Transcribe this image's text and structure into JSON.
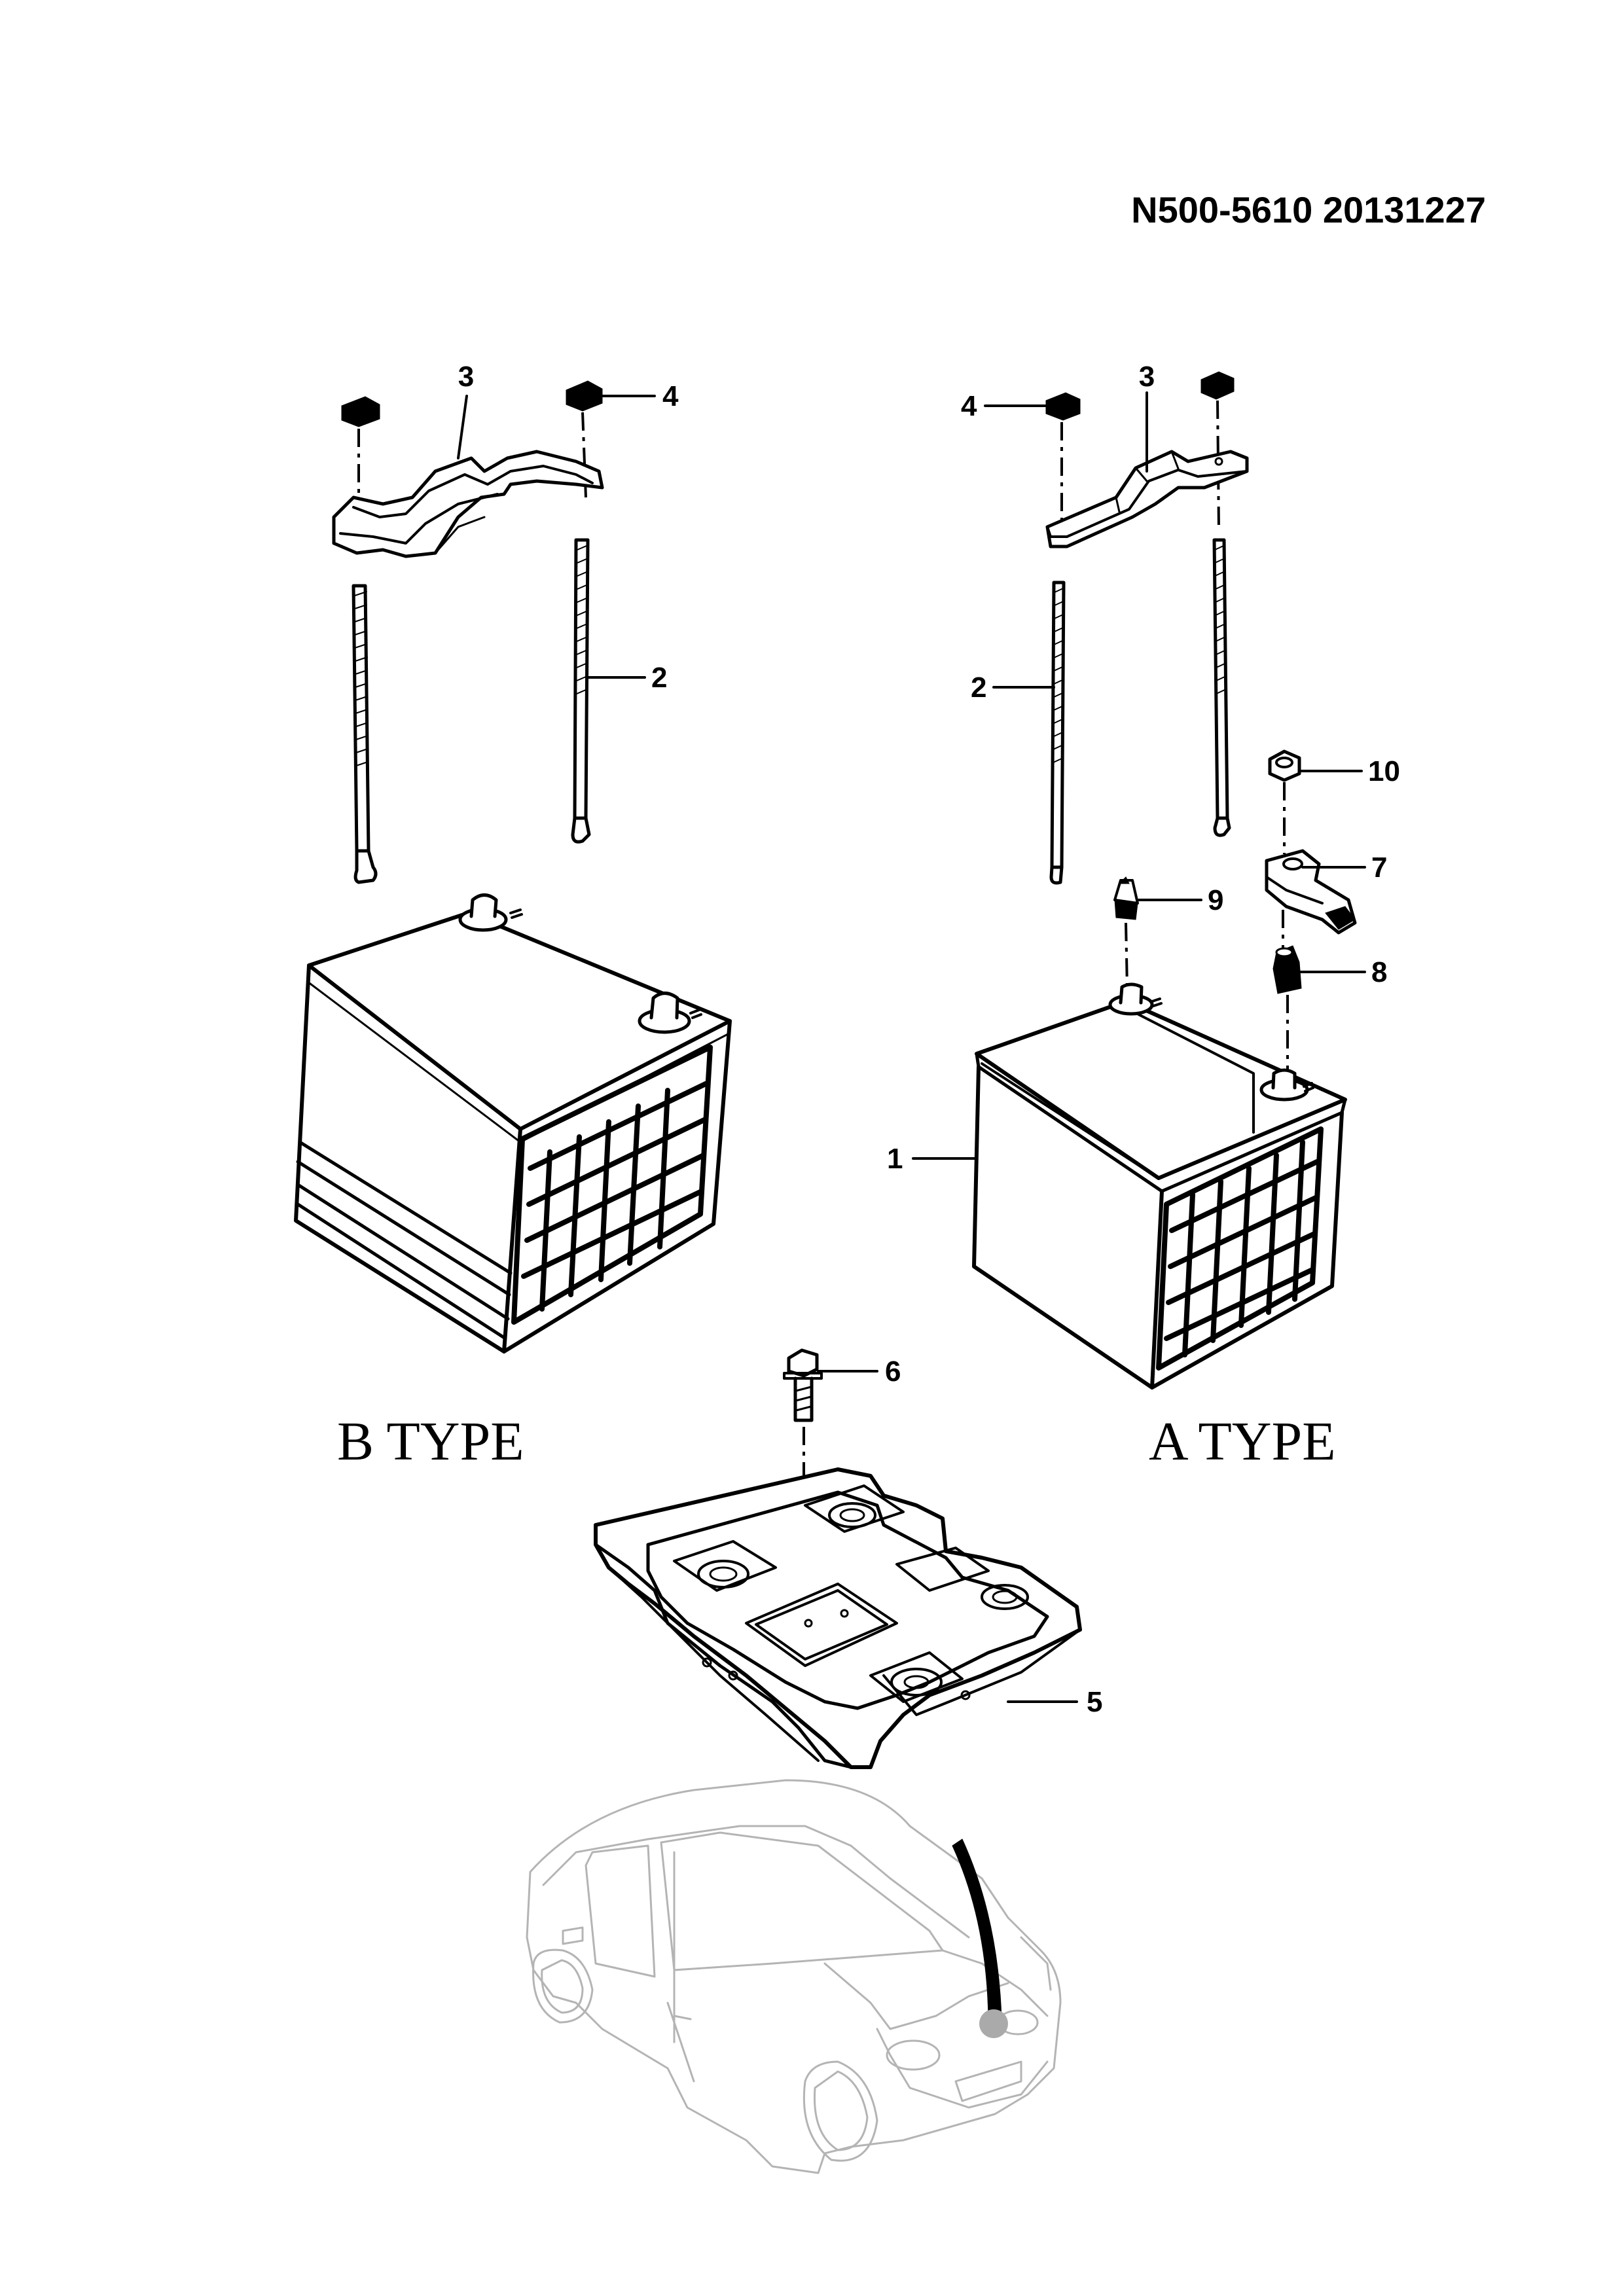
{
  "header": {
    "code": "N500-5610  20131227"
  },
  "type_labels": {
    "b": "B  TYPE",
    "a": "A  TYPE"
  },
  "callouts": {
    "b_bracket": "3",
    "b_nut": "4",
    "b_rod": "2",
    "a_nut": "4",
    "a_bracket": "3",
    "a_rod": "2",
    "a_nut_10": "10",
    "a_clamp_7": "7",
    "a_cap_9": "9",
    "a_cap_8": "8",
    "a_battery": "1",
    "bolt": "6",
    "tray": "5"
  },
  "colors": {
    "line": "#000000",
    "car_outline": "#b4b4b4",
    "location_dot": "#aaaaaa"
  }
}
